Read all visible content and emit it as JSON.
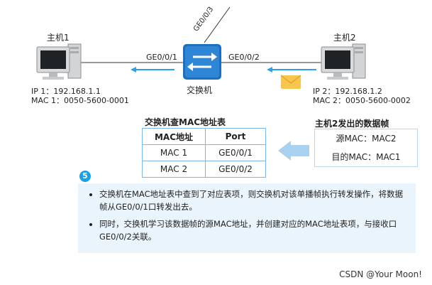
{
  "host1": {
    "name": "主机1",
    "ip": "IP 1：192.168.1.1",
    "mac": "MAC 1：0050-5600-0001"
  },
  "host2": {
    "name": "主机2",
    "ip": "IP 2：192.168.1.2",
    "mac": "MAC 2：0050-5600-0002"
  },
  "switch": {
    "name": "交换机",
    "port_left": "GE0/0/1",
    "port_right": "GE0/0/2",
    "port_top": "GE0/0/3"
  },
  "mac_table": {
    "title": "交换机查MAC地址表",
    "headers": [
      "MAC地址",
      "Port"
    ],
    "rows": [
      [
        "MAC 1",
        "GE0/0/1"
      ],
      [
        "MAC 2",
        "GE0/0/2"
      ]
    ]
  },
  "frame": {
    "title": "主机2发出的数据帧",
    "src": "源MAC：MAC2",
    "dst": "目的MAC：MAC1"
  },
  "step": {
    "number": "5"
  },
  "notes": [
    "交换机在MAC地址表中查到了对应表项，则交换机对该单播帧执行转发操作，将数据帧从GE0/0/1口转发出去。",
    "同时，交换机学习该数据帧的源MAC地址，并创建对应的MAC地址表项，与接收口GE0/0/2关联。"
  ],
  "watermark": "CSDN @Your Moon!",
  "colors": {
    "accent": "#1aa0e6",
    "switch": "#1e6fc0",
    "envelope": "#f6c64e"
  }
}
